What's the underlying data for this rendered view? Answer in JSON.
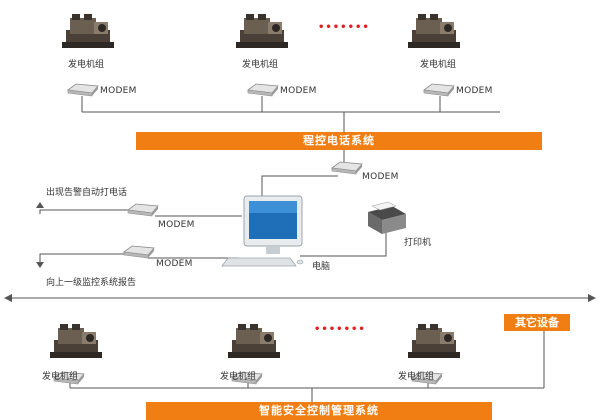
{
  "labels": {
    "generator": "发电机组",
    "modem": "MODEM",
    "printer": "打印机",
    "computer": "电脑",
    "alarm_dial": "出现告警自动打电话",
    "report_upper": "向上一级监控系统报告"
  },
  "bars": {
    "telephone_system": "程控电话系统",
    "safety_system": "智能安全控制管理系统",
    "other_equipment": "其它设备"
  },
  "ellipsis": "•••••••",
  "colors": {
    "accent": "#f07e12",
    "dots": "#e02020",
    "line": "#555555"
  }
}
